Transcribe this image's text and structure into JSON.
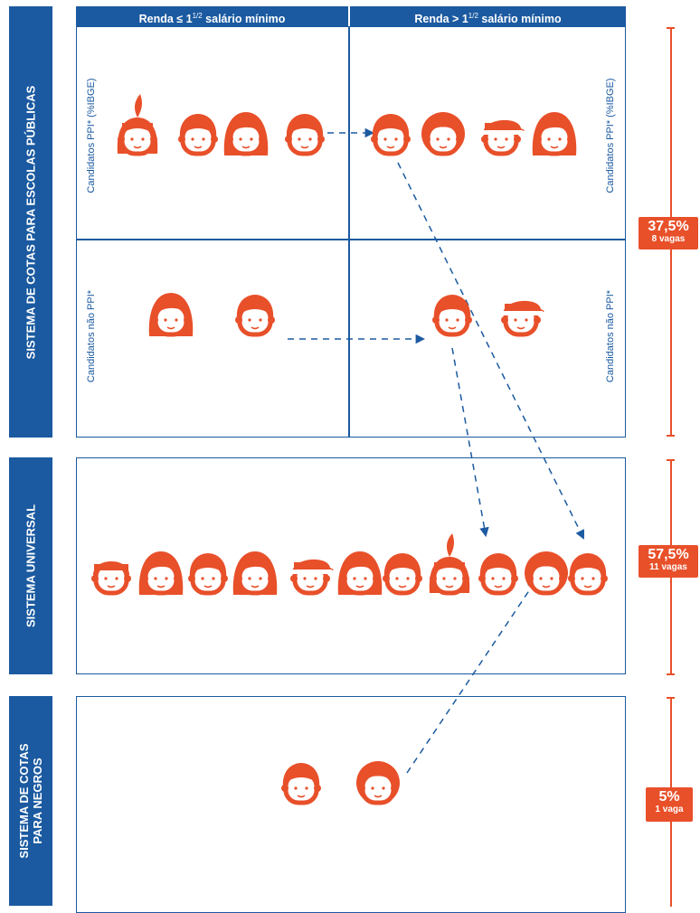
{
  "sections": {
    "escolas_publicas": "SISTEMA DE COTAS PARA ESCOLAS PÚBLICAS",
    "universal": "SISTEMA UNIVERSAL",
    "negros_line1": "SISTEMA DE COTAS",
    "negros_line2": "PARA NEGROS"
  },
  "columns": {
    "left_prefix": "Renda ≤ 1",
    "left_suffix": "salário mínimo",
    "right_prefix": "Renda > 1",
    "right_suffix": "salário mínimo",
    "half": "1/2"
  },
  "row_labels": {
    "ppi": "Candidatos PPI* (%IBGE)",
    "nao_ppi": "Candidatos não PPI*"
  },
  "quotas": [
    {
      "percent": "37,5%",
      "vagas": "8 vagas"
    },
    {
      "percent": "57,5%",
      "vagas": "11 vagas"
    },
    {
      "percent": "5%",
      "vagas": "1 vaga"
    }
  ],
  "colors": {
    "blue": "#1b5aa0",
    "orange": "#e8502a"
  },
  "icons": {
    "ppi_low": [
      "indigenous",
      "short-hair",
      "long-hair",
      "curly-short"
    ],
    "ppi_high": [
      "curly-short",
      "afro",
      "cap",
      "long-hair"
    ],
    "nonppi_low": [
      "long-hair",
      "short-hair"
    ],
    "nonppi_high": [
      "short-hair",
      "cap"
    ],
    "universal": [
      "headband",
      "long-hair",
      "spiky",
      "long-hair",
      "cap",
      "long-hair",
      "messy",
      "indigenous",
      "short-hair",
      "afro",
      "curly-short"
    ],
    "negros": [
      "curly-short",
      "afro"
    ]
  }
}
